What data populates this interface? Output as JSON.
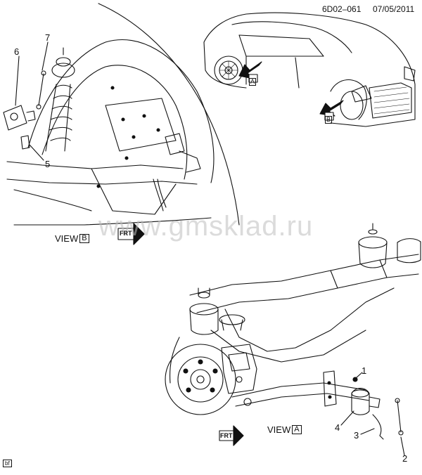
{
  "header": {
    "code": "6D02–061",
    "date": "07/05/2011"
  },
  "watermark": "www.gmsklad.ru",
  "callouts": [
    "1",
    "2",
    "3",
    "4",
    "5",
    "6",
    "7"
  ],
  "views": {
    "b": {
      "label": "VIEW",
      "tag": "B"
    },
    "a": {
      "label": "VIEW",
      "tag": "A"
    }
  },
  "car_tags": {
    "a": "A",
    "b": "B"
  },
  "frt": "FRT",
  "corner_tag": "bf"
}
